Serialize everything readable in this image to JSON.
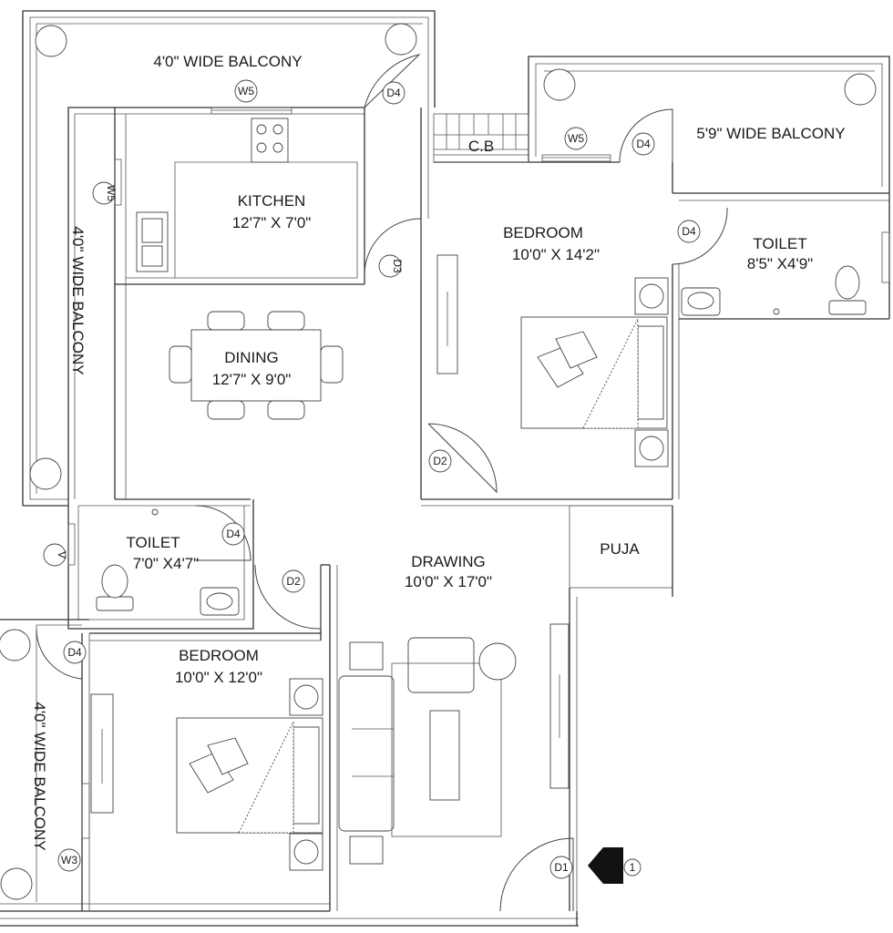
{
  "rooms": {
    "kitchen": {
      "name": "KITCHEN",
      "size": "12'7\" X 7'0\""
    },
    "dining": {
      "name": "DINING",
      "size": "12'7\" X 9'0\""
    },
    "bedroom_main": {
      "name": "BEDROOM",
      "size": "10'0\" X 14'2\""
    },
    "toilet_main": {
      "name": "TOILET",
      "size": "8'5\" X4'9\""
    },
    "toilet_small": {
      "name": "TOILET",
      "size": "7'0\" X4'7\""
    },
    "drawing": {
      "name": "DRAWING",
      "size": "10'0\" X 17'0\""
    },
    "bedroom_second": {
      "name": "BEDROOM",
      "size": "10'0\" X 12'0\""
    },
    "puja": {
      "name": "PUJA"
    },
    "cb": {
      "name": "C.B"
    }
  },
  "balconies": {
    "top": "4'0\" WIDE BALCONY",
    "top_right": "5'9\" WIDE BALCONY",
    "left": "4'0\" WIDE BALCONY",
    "bottom_left": "4'0\" WIDE BALCONY"
  },
  "tags": {
    "d1": "D1",
    "d2": "D2",
    "d3": "D3",
    "d4": "D4",
    "w3": "W3",
    "w5": "W5",
    "v": "V",
    "entry": "1"
  }
}
